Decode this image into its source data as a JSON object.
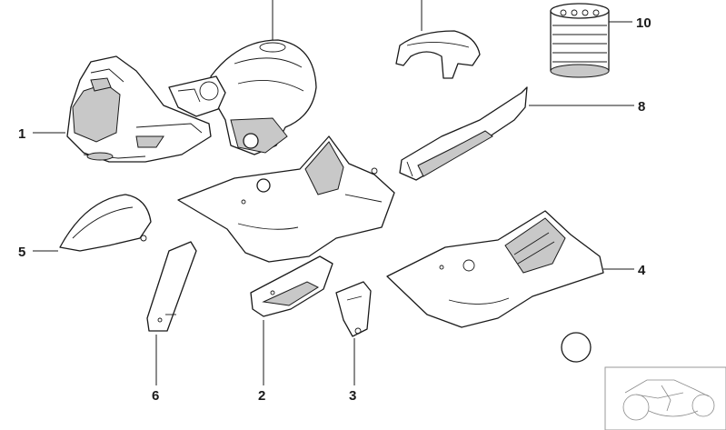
{
  "callouts": {
    "c1": "1",
    "c2": "2",
    "c3": "3",
    "c4": "4",
    "c5": "5",
    "c6": "6",
    "c8": "8",
    "c10": "10"
  },
  "colors": {
    "stroke": "#1a1a1a",
    "shade": "#c8c8c8",
    "background": "#ffffff"
  }
}
